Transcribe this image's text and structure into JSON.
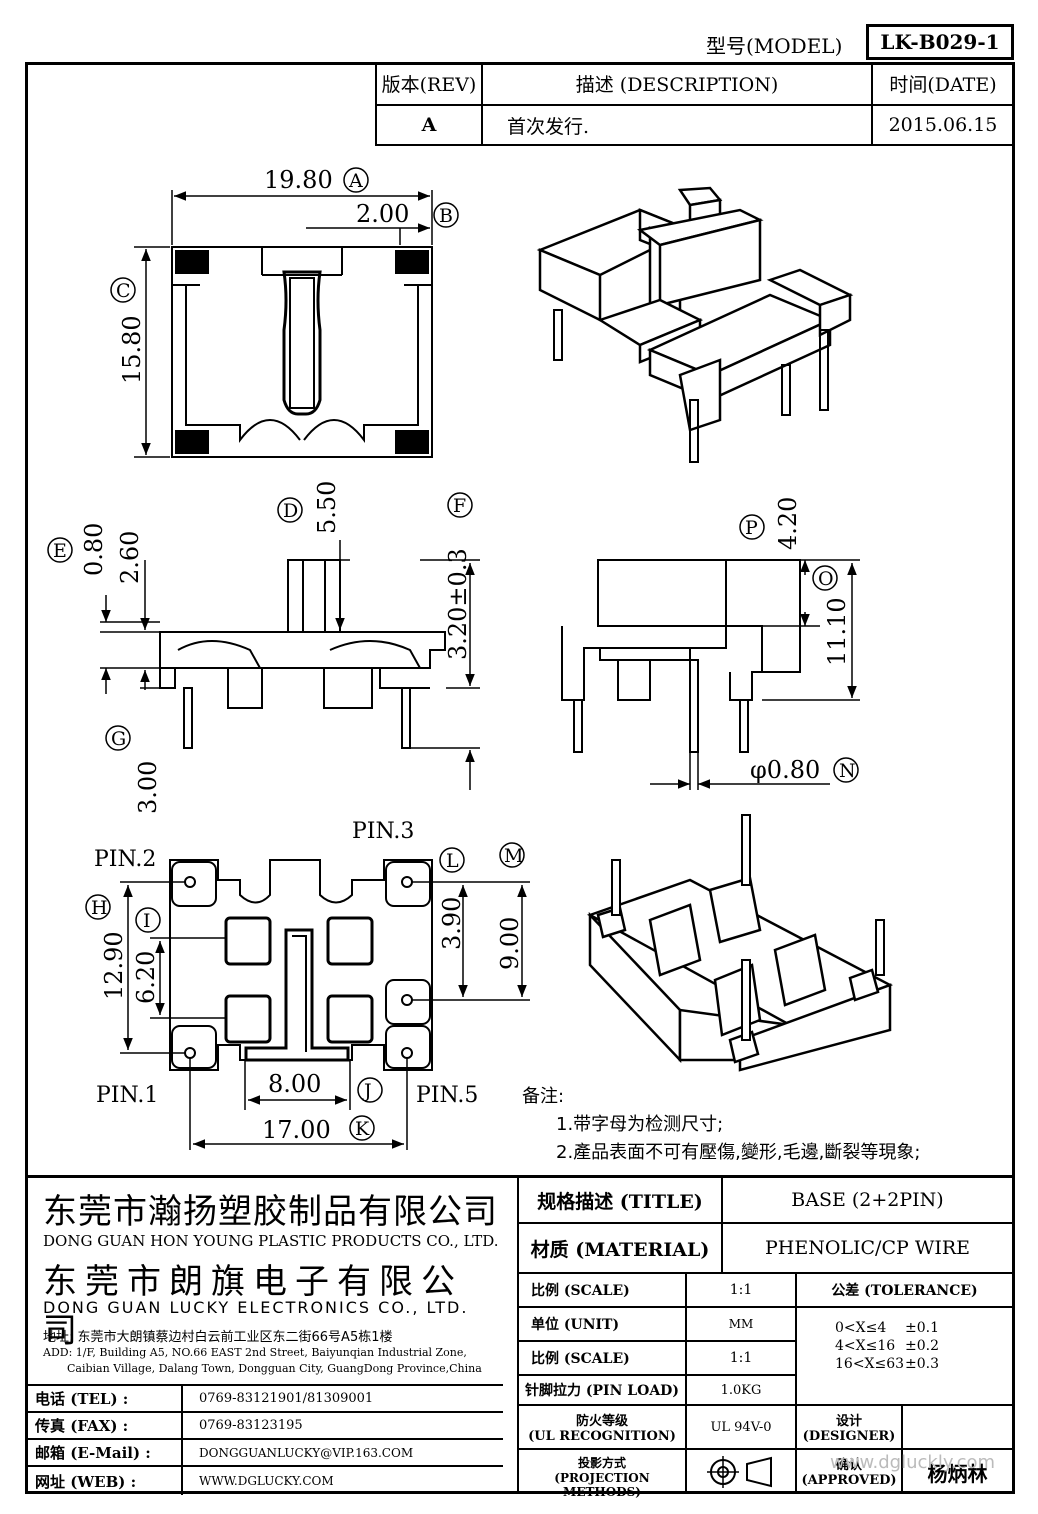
{
  "header": {
    "model_label": "型号(MODEL)",
    "model_value": "LK-B029-1"
  },
  "revision": {
    "rev_header": "版本(REV)",
    "desc_header": "描述 (DESCRIPTION)",
    "date_header": "时间(DATE)",
    "rev_value": "A",
    "desc_value": "首次发行.",
    "date_value": "2015.06.15"
  },
  "dimensions": {
    "A": "19.80",
    "B": "2.00",
    "C": "15.80",
    "D": "5.50",
    "E": "0.80",
    "F": "3.20±0.3",
    "E2": "2.60",
    "G": "3.00",
    "P": "4.20",
    "O": "11.10",
    "N": "φ0.80",
    "H": "12.90",
    "I": "6.20",
    "L": "3.90",
    "M": "9.00",
    "J": "8.00",
    "K": "17.00",
    "letters": [
      "A",
      "B",
      "C",
      "D",
      "E",
      "F",
      "G",
      "P",
      "O",
      "N",
      "H",
      "I",
      "L",
      "M",
      "J",
      "K"
    ]
  },
  "pins": {
    "pin1": "PIN.1",
    "pin2": "PIN.2",
    "pin3": "PIN.3",
    "pin5": "PIN.5"
  },
  "notes": {
    "title": "备注:",
    "line1": "1.带字母为检测尺寸;",
    "line2": "2.產品表面不可有壓傷,變形,毛邊,斷裂等現象;"
  },
  "company": {
    "cn1": "东莞市瀚扬塑胶制品有限公司",
    "en1": "DONG GUAN HON YOUNG PLASTIC PRODUCTS CO., LTD.",
    "cn2": "东莞市朗旗电子有限公司",
    "en2": "DONG GUAN LUCKY ELECTRONICS CO., LTD.",
    "addr_cn": "地址: 东莞市大朗镇蔡边村白云前工业区东二街66号A5栋1楼",
    "addr_en1": "ADD: 1/F, Building A5, NO.66 EAST 2nd Street, Baiyunqian Industrial Zone,",
    "addr_en2": "Caibian Village, Dalang Town, Dongguan City, GuangDong Province,China",
    "tel_label": "电话 (TEL) :",
    "tel_value": "0769-83121901/81309001",
    "fax_label": "传真 (FAX) :",
    "fax_value": "0769-83123195",
    "mail_label": "邮箱 (E-Mail) :",
    "mail_value": "DONGGUANLUCKY@VIP.163.COM",
    "web_label": "网址 (WEB) :",
    "web_value": "WWW.DGLUCKY.COM"
  },
  "spec": {
    "title_label": "规格描述 (TITLE)",
    "title_value": "BASE (2+2PIN)",
    "material_label": "材质 (MATERIAL)",
    "material_value": "PHENOLIC/CP WIRE",
    "scale_label": "比例 (SCALE)",
    "scale_value": "1:1",
    "unit_label": "单位 (UNIT)",
    "unit_value": "MM",
    "scale2_label": "比例 (SCALE)",
    "scale2_value": "1:1",
    "pinload_label": "针脚拉力 (PIN LOAD)",
    "pinload_value": "1.0KG",
    "ul_label1": "防火等级",
    "ul_label2": "(UL RECOGNITION)",
    "ul_value": "UL 94V-0",
    "proj_label1": "投影方式",
    "proj_label2": "(PROJECTION METHODS)",
    "tolerance_label": "公差 (TOLERANCE)",
    "tol1_range": "0<X≤4",
    "tol1_value": "±0.1",
    "tol2_range": "4<X≤16",
    "tol2_value": "±0.2",
    "tol3_range": "16<X≤63",
    "tol3_value": "±0.3",
    "designer_label1": "设计",
    "designer_label2": "(DESIGNER)",
    "approved_label1": "确认",
    "approved_label2": "(APPROVED)",
    "approved_value": "杨炳林"
  },
  "watermark": "www.dgluckly.com"
}
